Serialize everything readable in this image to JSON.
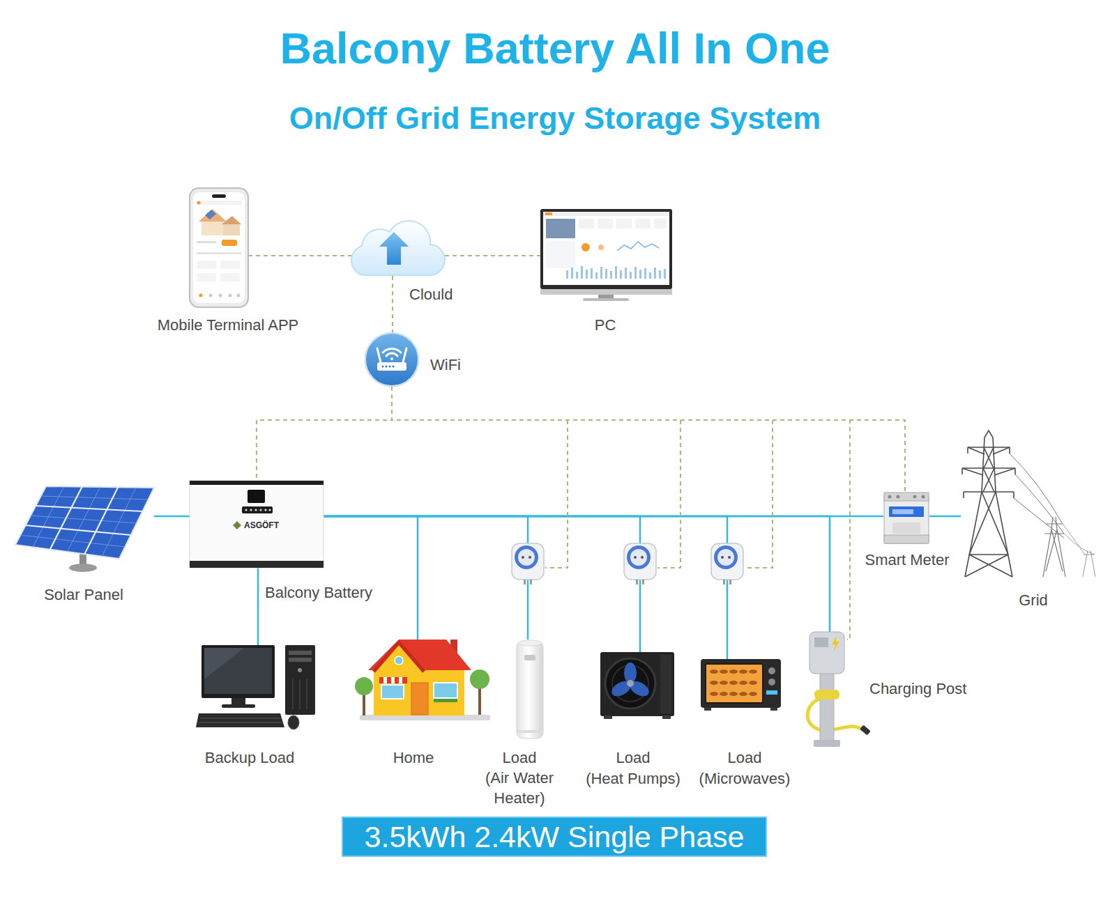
{
  "diagram": {
    "title": "Balcony Battery All In One",
    "nodes": [
      {
        "text": [
          "Mobile Terminal APP"
        ]
      },
      {
        "text": [
          "Clould"
        ]
      },
      {
        "text": [
          "PC"
        ]
      },
      {
        "text": [
          "WiFi"
        ]
      },
      {
        "text": [
          "Solar Panel"
        ]
      },
      {
        "text": [
          "ASGÖFT",
          "Balcony Battery"
        ]
      },
      {
        "text": [
          "Smart Meter"
        ]
      },
      {
        "text": [
          "Grid"
        ]
      },
      {
        "text": [
          "Backup Load"
        ]
      },
      {
        "text": [
          "Home"
        ]
      },
      {
        "text": [
          "Load",
          "(Air Water Heater)"
        ]
      },
      {
        "text": [
          "Load",
          "(Heat Pumps)"
        ]
      },
      {
        "text": [
          "Load",
          "(Microwaves)"
        ]
      },
      {
        "text": [
          "Charging Post"
        ]
      },
      {
        "text": [
          "3.5kWh 2.4kW Single Phase"
        ]
      }
    ],
    "edges": [
      {
        "from": 0,
        "to": 1,
        "arrow": "none"
      },
      {
        "from": 1,
        "to": 2,
        "arrow": "none"
      },
      {
        "from": 1,
        "to": 3,
        "arrow": "none"
      },
      {
        "from": 3,
        "to": 5,
        "arrow": "none"
      },
      {
        "from": 3,
        "to": 13,
        "arrow": "none"
      },
      {
        "from": 3,
        "to": 6,
        "arrow": "none"
      },
      {
        "from": 4,
        "to": 5,
        "arrow": "none"
      },
      {
        "from": 5,
        "to": 8,
        "arrow": "none"
      },
      {
        "from": 5,
        "to": 9,
        "arrow": "none"
      },
      {
        "from": 5,
        "to": 10,
        "arrow": "none"
      },
      {
        "from": 5,
        "to": 11,
        "arrow": "none"
      },
      {
        "from": 5,
        "to": 12,
        "arrow": "none"
      },
      {
        "from": 5,
        "to": 13,
        "arrow": "none"
      },
      {
        "from": 5,
        "to": 6,
        "arrow": "none"
      },
      {
        "from": 6,
        "to": 7,
        "arrow": "none"
      }
    ],
    "labels": [
      "On/Off Grid Energy Storage System"
    ]
  }
}
